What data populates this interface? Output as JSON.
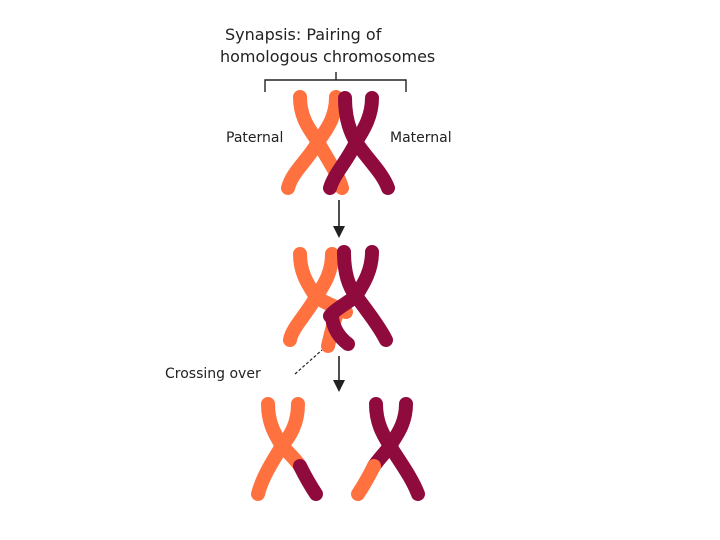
{
  "title": {
    "line1": "Synapsis: Pairing of",
    "line2": "homologous chromosomes"
  },
  "labels": {
    "paternal": "Paternal",
    "maternal": "Maternal",
    "crossing_over": "Crossing over"
  },
  "colors": {
    "paternal": "#ff7240",
    "maternal": "#8f0a3d",
    "ink": "#222222",
    "background": "#ffffff"
  },
  "stages": [
    {
      "name": "synapsis",
      "description_visible": false
    },
    {
      "name": "crossing-over",
      "description_visible": false
    },
    {
      "name": "recombinant-chromosomes",
      "description_visible": false
    }
  ]
}
